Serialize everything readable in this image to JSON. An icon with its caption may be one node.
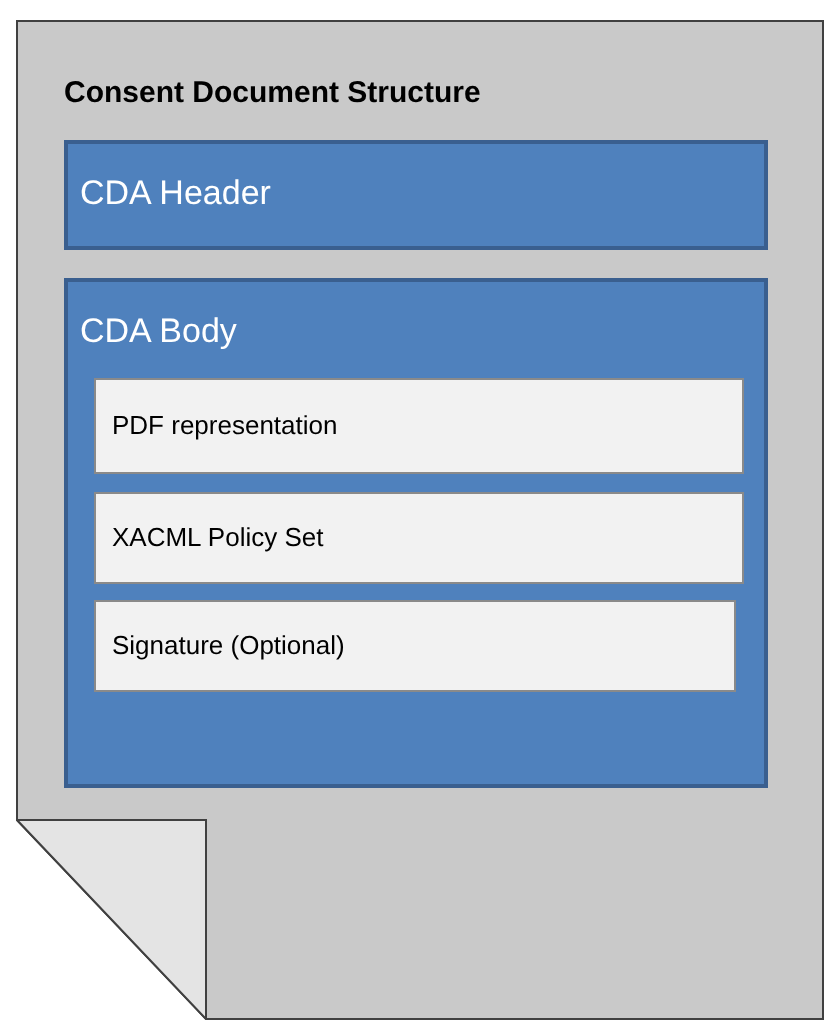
{
  "diagram": {
    "nodes": [
      {
        "text": [
          "Consent Document Structure"
        ]
      },
      {
        "text": [
          "CDA Header"
        ],
        "in": 0
      },
      {
        "text": [
          "CDA Body"
        ],
        "in": 0
      },
      {
        "text": [
          "PDF representation"
        ],
        "in": 2
      },
      {
        "text": [
          "XACML Policy Set"
        ],
        "in": 2
      },
      {
        "text": [
          "Signature (Optional)"
        ],
        "in": 2
      }
    ]
  }
}
